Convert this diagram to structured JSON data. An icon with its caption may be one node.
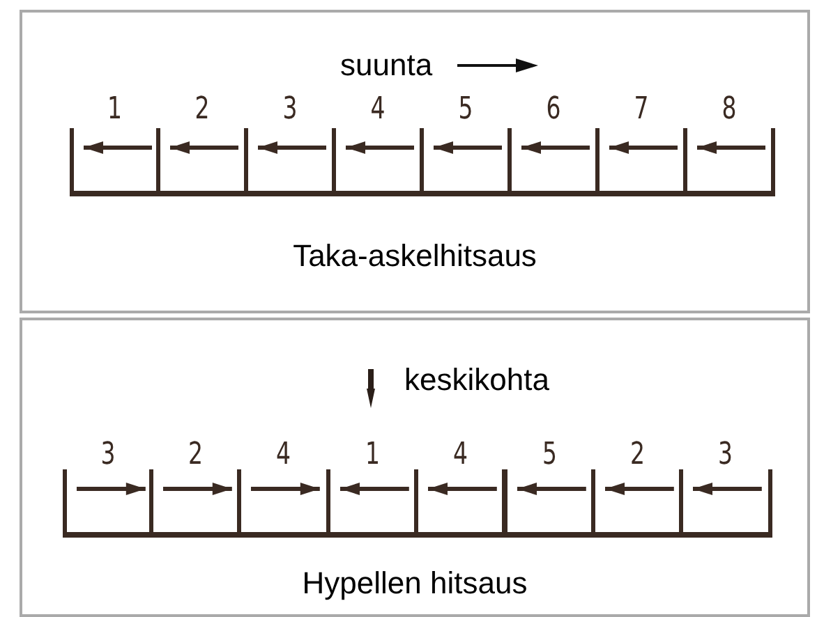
{
  "diagram": {
    "nodes": [
      {
        "text": [
          "Taka-askelhitsaus"
        ]
      },
      {
        "text": [
          "1"
        ],
        "in": 0
      },
      {
        "text": [
          "2"
        ],
        "in": 0
      },
      {
        "text": [
          "3"
        ],
        "in": 0
      },
      {
        "text": [
          "4"
        ],
        "in": 0
      },
      {
        "text": [
          "5"
        ],
        "in": 0
      },
      {
        "text": [
          "6"
        ],
        "in": 0
      },
      {
        "text": [
          "7"
        ],
        "in": 0
      },
      {
        "text": [
          "8"
        ],
        "in": 0
      },
      {
        "text": [
          "Hypellen hitsaus"
        ]
      },
      {
        "text": [
          "3"
        ],
        "in": 9
      },
      {
        "text": [
          "2"
        ],
        "in": 9
      },
      {
        "text": [
          "4"
        ],
        "in": 9
      },
      {
        "text": [
          "1"
        ],
        "in": 9
      },
      {
        "text": [
          "4"
        ],
        "in": 9
      },
      {
        "text": [
          "5"
        ],
        "in": 9
      },
      {
        "text": [
          "2"
        ],
        "in": 9
      },
      {
        "text": [
          "3"
        ],
        "in": 9
      }
    ],
    "labels": [
      "suunta",
      "keskikohta"
    ]
  }
}
